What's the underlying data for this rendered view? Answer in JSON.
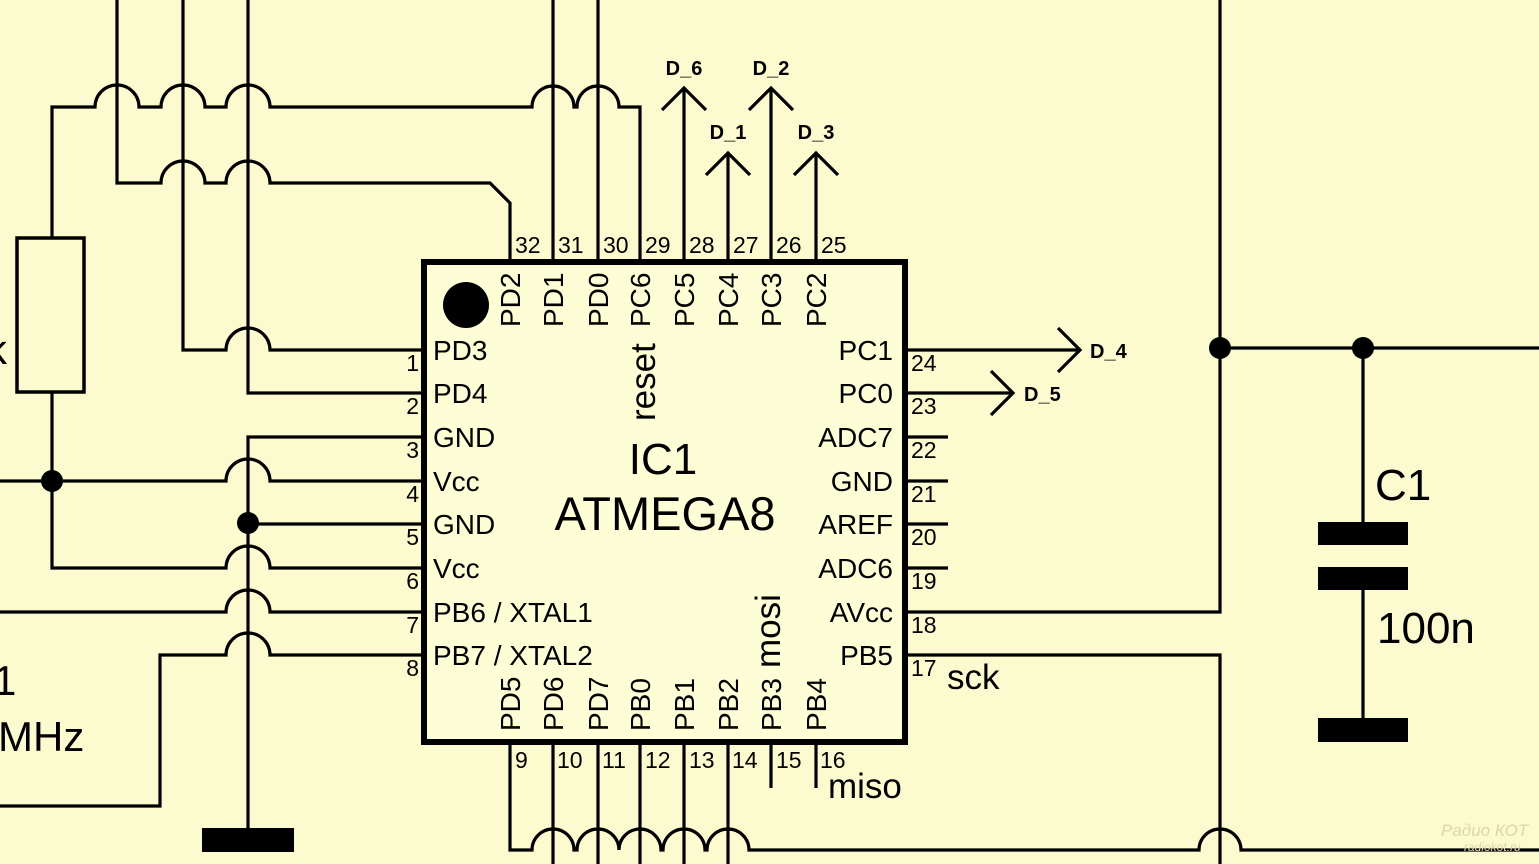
{
  "ic": {
    "ref": "IC1",
    "part": "ATMEGA8"
  },
  "pins": {
    "top": [
      {
        "num": "32",
        "name": "PD2"
      },
      {
        "num": "31",
        "name": "PD1"
      },
      {
        "num": "30",
        "name": "PD0"
      },
      {
        "num": "29",
        "name": "PC6"
      },
      {
        "num": "28",
        "name": "PC5"
      },
      {
        "num": "27",
        "name": "PC4"
      },
      {
        "num": "26",
        "name": "PC3"
      },
      {
        "num": "25",
        "name": "PC2"
      }
    ],
    "left": [
      {
        "num": "1",
        "name": "PD3"
      },
      {
        "num": "2",
        "name": "PD4"
      },
      {
        "num": "3",
        "name": "GND"
      },
      {
        "num": "4",
        "name": "Vcc"
      },
      {
        "num": "5",
        "name": "GND"
      },
      {
        "num": "6",
        "name": "Vcc"
      },
      {
        "num": "7",
        "name": "PB6 / XTAL1"
      },
      {
        "num": "8",
        "name": "PB7 / XTAL2"
      }
    ],
    "right": [
      {
        "num": "24",
        "name": "PC1"
      },
      {
        "num": "23",
        "name": "PC0"
      },
      {
        "num": "22",
        "name": "ADC7"
      },
      {
        "num": "21",
        "name": "GND"
      },
      {
        "num": "20",
        "name": "AREF"
      },
      {
        "num": "19",
        "name": "ADC6"
      },
      {
        "num": "18",
        "name": "AVcc"
      },
      {
        "num": "17",
        "name": "PB5"
      }
    ],
    "bottom": [
      {
        "num": "9",
        "name": "PD5"
      },
      {
        "num": "10",
        "name": "PD6"
      },
      {
        "num": "11",
        "name": "PD7"
      },
      {
        "num": "12",
        "name": "PB0"
      },
      {
        "num": "13",
        "name": "PB1"
      },
      {
        "num": "14",
        "name": "PB2"
      },
      {
        "num": "15",
        "name": "PB3"
      },
      {
        "num": "16",
        "name": "PB4"
      }
    ]
  },
  "net_labels": {
    "pc5": "D_6",
    "pc4": "D_1",
    "pc3": "D_2",
    "pc2": "D_3",
    "pc1": "D_4",
    "pc0": "D_5"
  },
  "signal_labels": {
    "reset": "reset",
    "mosi": "mosi",
    "miso": "miso",
    "sck": "sck"
  },
  "capacitor": {
    "ref": "C1",
    "value": "100n"
  },
  "cropped_labels": {
    "resistor_value": "k",
    "crystal_value": "1",
    "crystal_unit": "MHz"
  },
  "watermark": {
    "brand": "Радио КОТ",
    "site": "radiokot.ru"
  },
  "colors": {
    "background": "#fbfbcf",
    "ink": "#000000"
  }
}
